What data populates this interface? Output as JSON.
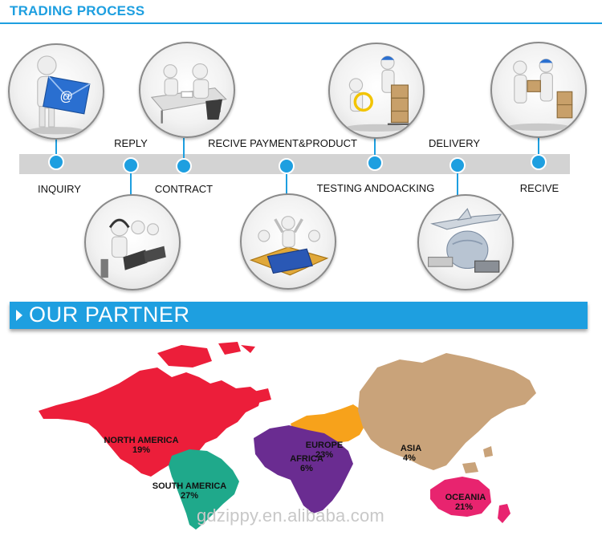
{
  "header": {
    "title": "TRADING PROCESS"
  },
  "steps": {
    "inquiry": "INQUIRY",
    "reply": "REPLY",
    "contract": "CONTRACT",
    "payment": "RECIVE PAYMENT&PRODUCT",
    "testing": "TESTING ANDOACKING",
    "delivery": "DELIVERY",
    "recive": "RECIVE"
  },
  "colors": {
    "accent": "#1e9fe0",
    "timeline": "#d3d3d3",
    "north_america": "#ec1e3a",
    "south_america": "#1fa98b",
    "europe": "#f7a21b",
    "africa": "#6a2c91",
    "asia": "#c9a37a",
    "oceania": "#e8246f"
  },
  "partner": {
    "title": "OUR PARTNER",
    "regions": {
      "north_america": {
        "name": "NORTH AMERICA",
        "share": "19%"
      },
      "south_america": {
        "name": "SOUTH AMERICA",
        "share": "27%"
      },
      "europe": {
        "name": "EUROPE",
        "share": "23%"
      },
      "africa": {
        "name": "AFRICA",
        "share": "6%"
      },
      "asia": {
        "name": "ASIA",
        "share": "4%"
      },
      "oceania": {
        "name": "OCEANIA",
        "share": "21%"
      }
    }
  },
  "watermark": "gdzippy.en.alibaba.com"
}
